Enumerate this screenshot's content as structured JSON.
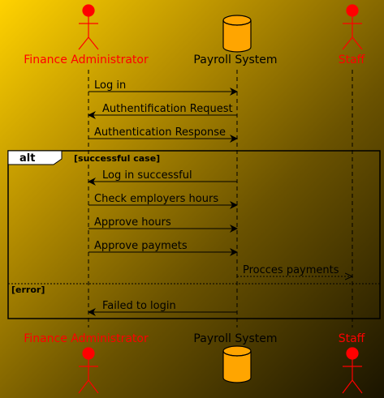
{
  "participants": [
    {
      "id": "admin",
      "label": "Finance Administrator",
      "kind": "actor"
    },
    {
      "id": "payroll",
      "label": "Payroll System",
      "kind": "database"
    },
    {
      "id": "staff",
      "label": "Staff",
      "kind": "actor"
    }
  ],
  "messages": [
    {
      "label": "Log in"
    },
    {
      "label": "Authentification Request"
    },
    {
      "label": "Authentication Response"
    },
    {
      "label": "Log in successful"
    },
    {
      "label": "Check employers hours"
    },
    {
      "label": "Approve hours"
    },
    {
      "label": "Approve paymets"
    },
    {
      "label": "Procces payments"
    },
    {
      "label": "Failed to login"
    }
  ],
  "fragment": {
    "operator": "alt",
    "conditions": [
      "[successful case]",
      "[error]"
    ]
  },
  "colors": {
    "actor": "#ff0000",
    "database": "#ffa500",
    "line": "#000000"
  }
}
